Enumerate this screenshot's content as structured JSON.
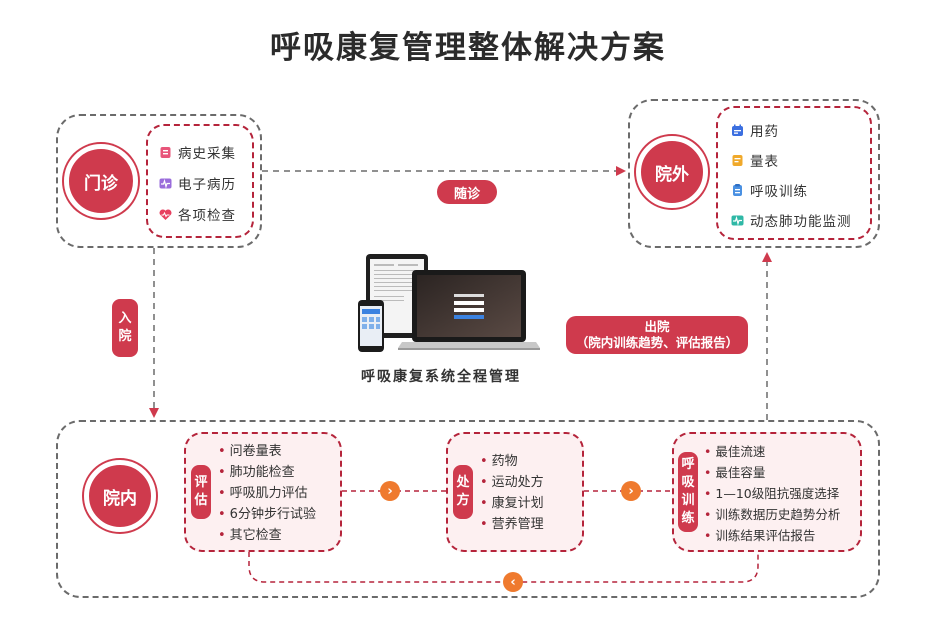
{
  "title": "呼吸康复管理整体解决方案",
  "menzhen": {
    "label": "门诊",
    "items": [
      "病史采集",
      "电子病历",
      "各项检查"
    ]
  },
  "yuanwai": {
    "label": "院外",
    "items": [
      "用药",
      "量表",
      "呼吸训练",
      "动态肺功能监测"
    ]
  },
  "suizhen": "随诊",
  "ruyuan": [
    "入",
    "院"
  ],
  "chuyuan": {
    "line1": "出院",
    "line2": "（院内训练趋势、评估报告）"
  },
  "system_caption": "呼吸康复系统全程管理",
  "yuannei": {
    "label": "院内"
  },
  "pinggu": {
    "tag": [
      "评",
      "估"
    ],
    "items": [
      "问卷量表",
      "肺功能检查",
      "呼吸肌力评估",
      "6分钟步行试验",
      "其它检查"
    ]
  },
  "chufang": {
    "tag": [
      "处",
      "方"
    ],
    "items": [
      "药物",
      "运动处方",
      "康复计划",
      "营养管理"
    ]
  },
  "xunlian": {
    "tag": [
      "呼",
      "吸",
      "训",
      "练"
    ],
    "items": [
      "最佳流速",
      "最佳容量",
      "1—10级阻抗强度选择",
      "训练数据历史趋势分析",
      "训练结果评估报告"
    ]
  },
  "colors": {
    "primary": "#cf3a4d",
    "accent": "#ef7a2e",
    "dash": "#6b6b6b"
  }
}
